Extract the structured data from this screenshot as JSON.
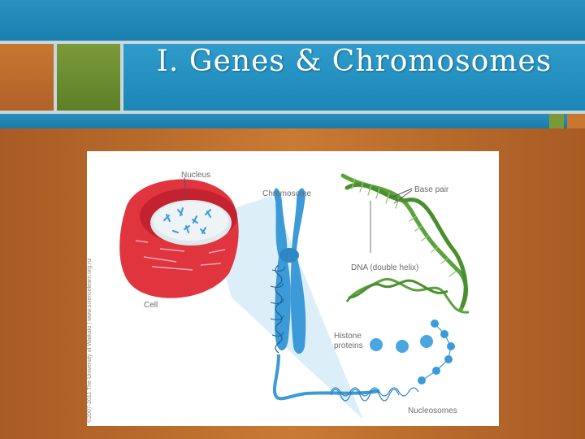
{
  "title": "I. Genes & Chromosomes",
  "colors": {
    "header_blue": "#1c86b6",
    "accent_green": "#7a9a3a",
    "accent_orange": "#c8772f",
    "cell_red": "#e0353f",
    "chromosome_blue": "#3c9ad8",
    "dna_green": "#5aa23c"
  },
  "figure": {
    "labels": {
      "nucleus": "Nucleus",
      "chromosome": "Chromosome",
      "cell": "Cell",
      "base_pair": "Base pair",
      "dna": "DNA (double helix)",
      "histone": "Histone",
      "proteins": "proteins",
      "nucleosomes": "Nucleosomes"
    },
    "credit": "©2007-2011 The University of Waikato | www.sciencelearn.org.nz"
  }
}
